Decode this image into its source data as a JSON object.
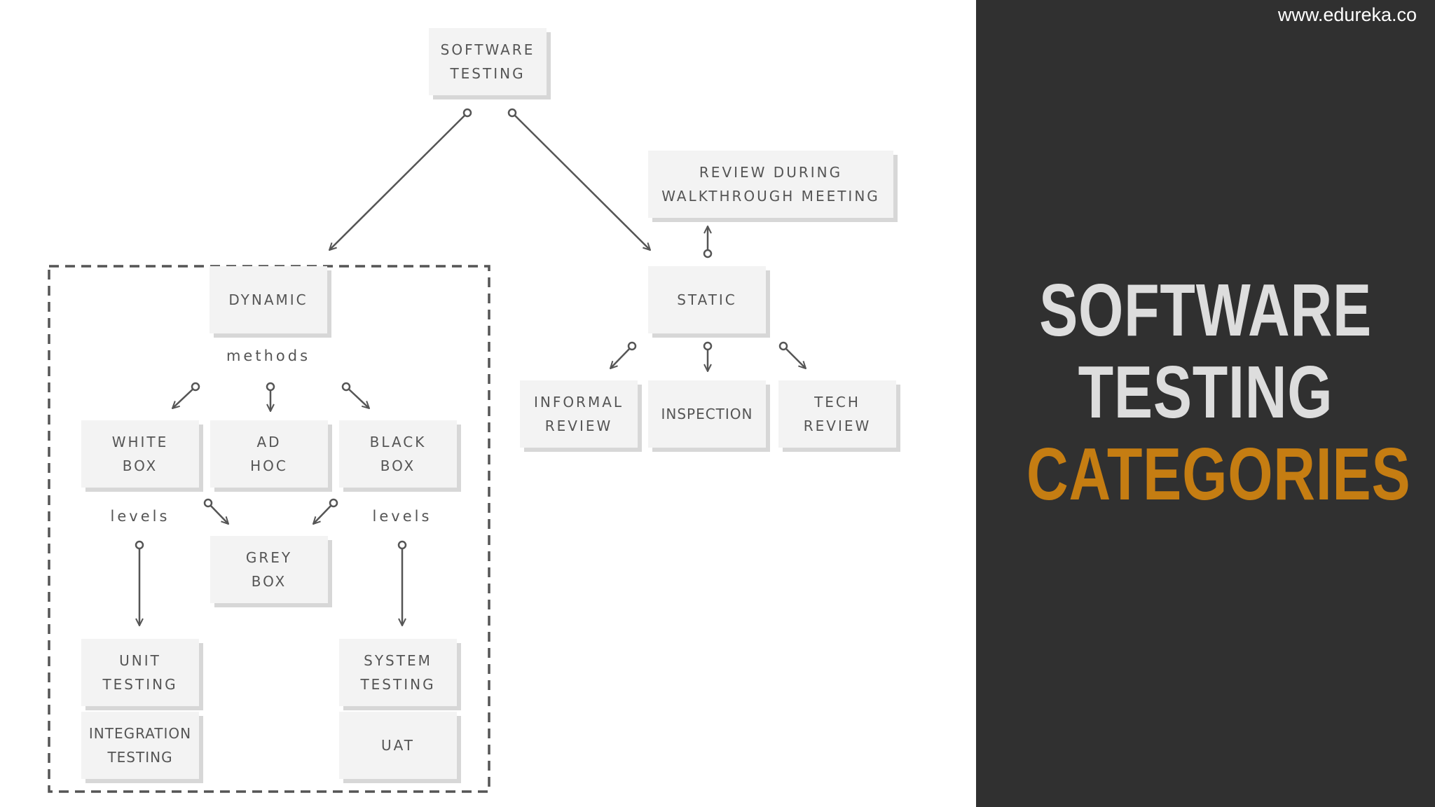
{
  "nodes": {
    "root": [
      "SOFTWARE",
      "TESTING"
    ],
    "dynamic": [
      "DYNAMIC"
    ],
    "static": [
      "STATIC"
    ],
    "review_meeting": [
      "REVIEW DURING",
      "WALKTHROUGH MEETING"
    ],
    "informal_review": [
      "INFORMAL",
      "REVIEW"
    ],
    "inspection": [
      "INSPECTION"
    ],
    "tech_review": [
      "TECH",
      "REVIEW"
    ],
    "white_box": [
      "WHITE",
      "BOX"
    ],
    "ad_hoc": [
      "AD",
      "HOC"
    ],
    "black_box": [
      "BLACK",
      "BOX"
    ],
    "grey_box": [
      "GREY",
      "BOX"
    ],
    "unit_testing": [
      "UNIT",
      "TESTING"
    ],
    "integration_testing": [
      "INTEGRATION",
      "TESTING"
    ],
    "system_testing": [
      "SYSTEM",
      "TESTING"
    ],
    "uat": [
      "UAT"
    ]
  },
  "labels": {
    "methods": "methods",
    "levels_left": "levels",
    "levels_right": "levels"
  },
  "panel": {
    "website": "www.edureka.co",
    "title_line1": "SOFTWARE",
    "title_line2": "TESTING",
    "title_line3": "CATEGORIES"
  },
  "colors": {
    "panel_background": "#303030",
    "title_light": "#dddddd",
    "title_accent": "#c57d12",
    "node_fill": "#f3f3f3",
    "connector": "#555555"
  }
}
